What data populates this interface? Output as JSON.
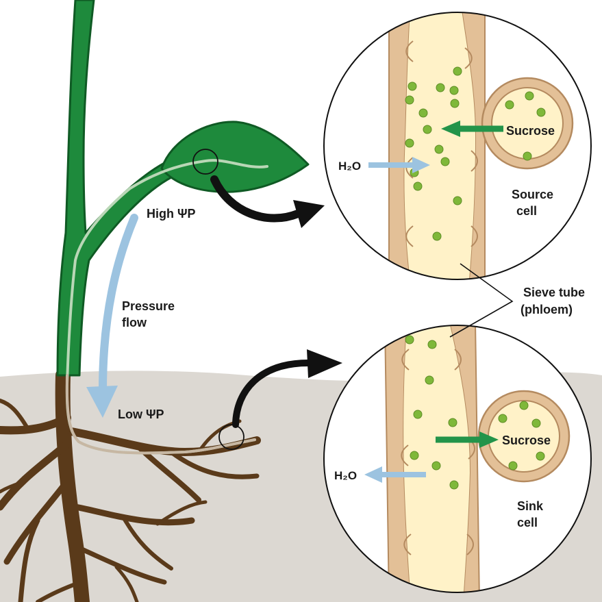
{
  "labels": {
    "high_pressure": "High ΨP",
    "low_pressure": "Low ΨP",
    "pressure_flow_line1": "Pressure",
    "pressure_flow_line2": "flow",
    "sieve_tube_line1": "Sieve tube",
    "sieve_tube_line2": "(phloem)",
    "source_sucrose": "Sucrose",
    "source_water": "H₂O",
    "source_cell_line1": "Source",
    "source_cell_line2": "cell",
    "sink_sucrose": "Sucrose",
    "sink_water": "H₂O",
    "sink_cell_line1": "Sink",
    "sink_cell_line2": "cell"
  },
  "colors": {
    "stem_green": "#1e8a3c",
    "stem_outline": "#0f5a24",
    "root_brown": "#5a3a1a",
    "soil": "#dcd8d2",
    "phloem_tube": "#fff2c8",
    "cell_wall": "#e3c097",
    "sucrose_dot": "#7fb83a",
    "sucrose_arrow": "#23944a",
    "water_arrow": "#9cc3e0"
  },
  "icons": {
    "zoom_arrow": "curved-arrow-icon",
    "pressure_arrow": "down-arrow-icon"
  }
}
